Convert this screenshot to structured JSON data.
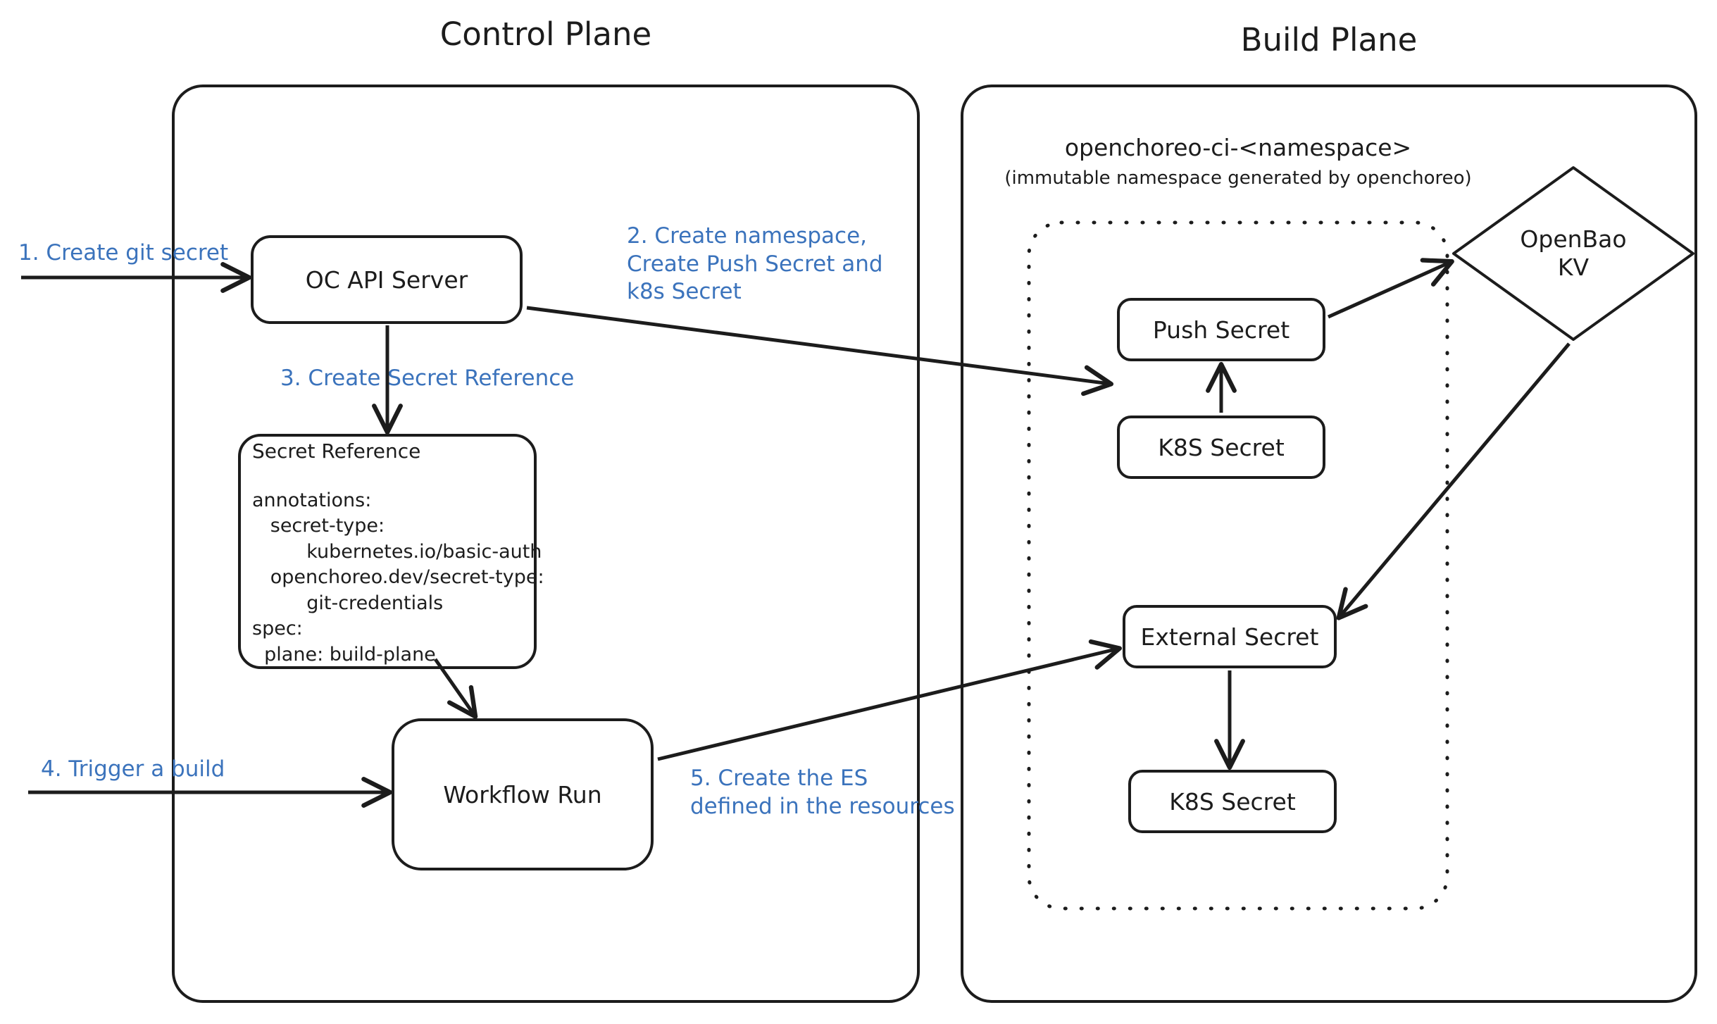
{
  "colors": {
    "stroke": "#1c1c1c",
    "annotation_blue": "#3b73bc",
    "background": "#ffffff"
  },
  "planes": {
    "control": {
      "title": "Control Plane"
    },
    "build": {
      "title": "Build Plane"
    }
  },
  "namespace": {
    "name": "openchoreo-ci-<namespace>",
    "subtitle": "(immutable namespace generated\nby openchoreo)"
  },
  "nodes": {
    "oc_api_server": {
      "label": "OC API Server"
    },
    "secret_reference": {
      "title": "Secret Reference",
      "yaml": "annotations:\n   secret-type:\n         kubernetes.io/basic-auth\n   openchoreo.dev/secret-type:\n         git-credentials\nspec:\n  plane: build-plane"
    },
    "workflow_run": {
      "label": "Workflow Run"
    },
    "push_secret": {
      "label": "Push Secret"
    },
    "k8s_secret_top": {
      "label": "K8S Secret"
    },
    "external_secret": {
      "label": "External Secret"
    },
    "k8s_secret_bottom": {
      "label": "K8S Secret"
    },
    "openbao_kv": {
      "label": "OpenBao\nKV"
    }
  },
  "annotations": {
    "step1": "1. Create git secret",
    "step2": "2. Create namespace,\nCreate Push Secret and\nk8s Secret",
    "step3": "3. Create Secret Reference",
    "step4": "4. Trigger a build",
    "step5": "5. Create the ES\ndefined in the resources"
  }
}
